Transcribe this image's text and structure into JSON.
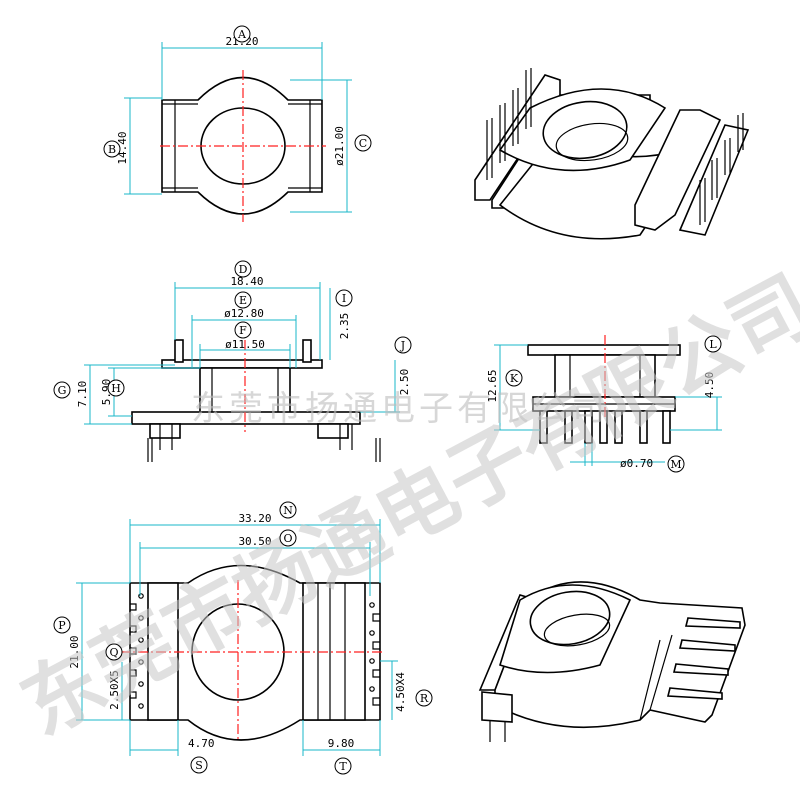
{
  "labels": [
    "A",
    "B",
    "C",
    "D",
    "E",
    "F",
    "G",
    "H",
    "I",
    "J",
    "K",
    "L",
    "M",
    "N",
    "O",
    "P",
    "Q",
    "R",
    "S",
    "T"
  ],
  "dims": {
    "A": "21.20",
    "B": "14.40",
    "C": "ø21.00",
    "D": "18.40",
    "E": "ø12.80",
    "F": "ø11.50",
    "G": "7.10",
    "H": "5.90",
    "I": "2.35",
    "J": "2.50",
    "K": "12.65",
    "L": "4.50",
    "M": "ø0.70",
    "N": "33.20",
    "O": "30.50",
    "P": "21.00",
    "Q": "2.50X5",
    "R": "4.50X4",
    "S": "4.70",
    "T": "9.80"
  },
  "watermark": {
    "small": "东莞市扬通电子有限公司",
    "large": "东莞市扬通电子有限公司"
  }
}
